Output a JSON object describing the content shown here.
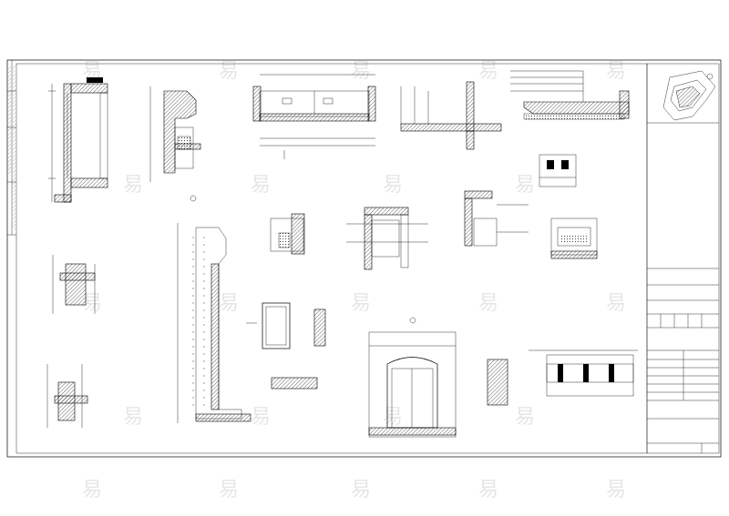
{
  "watermark": {
    "glyph": "易",
    "color": "#e6e6e6"
  },
  "drawing": {
    "details": [
      {
        "id": "d1",
        "caption": ""
      },
      {
        "id": "d2",
        "caption": ""
      },
      {
        "id": "d3",
        "caption": ""
      },
      {
        "id": "d4",
        "caption": ""
      },
      {
        "id": "d5",
        "caption": ""
      },
      {
        "id": "d6",
        "caption": ""
      },
      {
        "id": "d7",
        "caption": ""
      },
      {
        "id": "d8",
        "caption": ""
      },
      {
        "id": "d9",
        "caption": ""
      },
      {
        "id": "d10",
        "caption": ""
      },
      {
        "id": "d11",
        "caption": ""
      },
      {
        "id": "d12",
        "caption": ""
      },
      {
        "id": "d13",
        "caption": ""
      },
      {
        "id": "d14",
        "caption": ""
      },
      {
        "id": "d15",
        "caption": ""
      },
      {
        "id": "d16",
        "caption": ""
      }
    ]
  },
  "title_block": {
    "rows": [
      "",
      "",
      "",
      "",
      "",
      "",
      ""
    ]
  }
}
